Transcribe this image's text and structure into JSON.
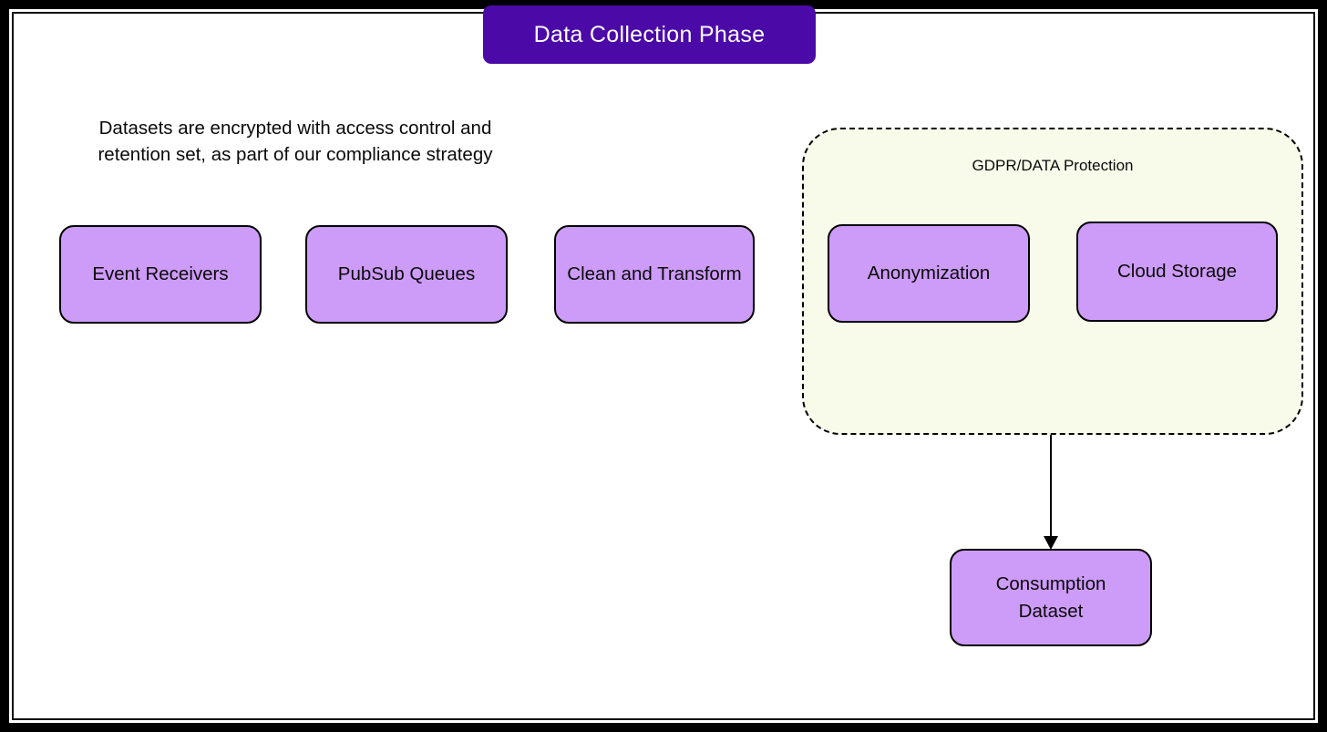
{
  "title": "Data Collection Phase",
  "note": "Datasets are encrypted with access control and retention set, as part of our compliance strategy",
  "cluster": {
    "label": "GDPR/DATA Protection"
  },
  "nodes": {
    "event_receivers": {
      "label": "Event Receivers"
    },
    "pubsub_queues": {
      "label": "PubSub Queues"
    },
    "clean_and_transform": {
      "label": "Clean and Transform"
    },
    "anonymization": {
      "label": "Anonymization"
    },
    "cloud_storage": {
      "label": "Cloud Storage"
    },
    "consumption_dataset": {
      "label": "Consumption Dataset"
    }
  },
  "edges": [
    {
      "from": "gdpr_cluster",
      "to": "consumption_dataset",
      "style": "solid-arrow-down"
    }
  ],
  "colors": {
    "banner_bg": "#4B0AA8",
    "banner_text": "#FFFFFF",
    "node_fill": "#CD9BF8",
    "node_border": "#000000",
    "cluster_fill": "#F8FBEA",
    "cluster_border": "#000000",
    "frame": "#000000",
    "canvas": "#FFFFFF"
  }
}
